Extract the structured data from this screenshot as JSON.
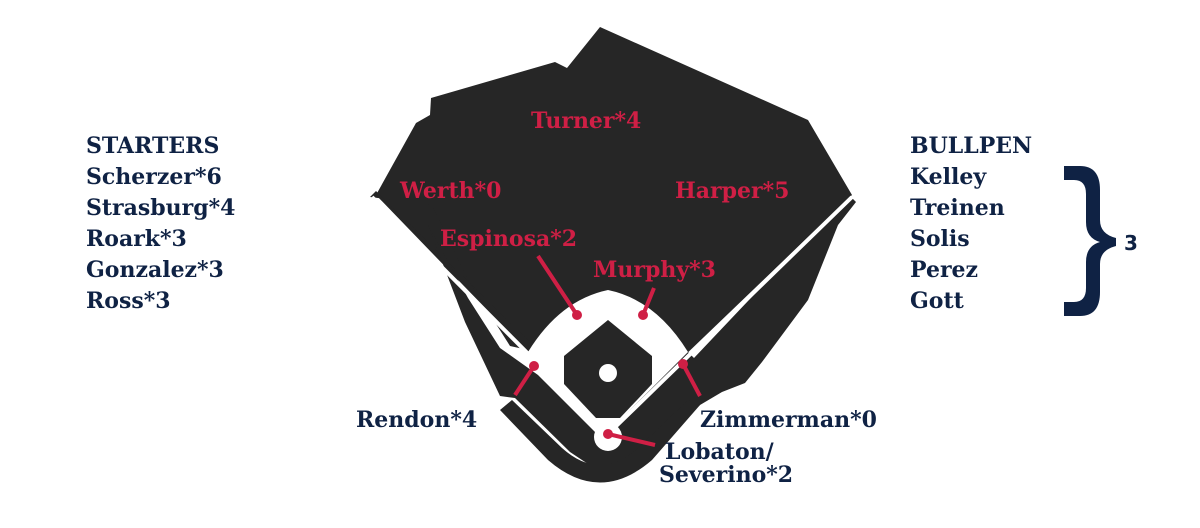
{
  "colors": {
    "field": "#262626",
    "navy": "#0f2244",
    "red": "#cf1f45",
    "background": "#ffffff"
  },
  "starters": {
    "title": "STARTERS",
    "players": [
      "Scherzer*6",
      "Strasburg*4",
      "Roark*3",
      "Gonzalez*3",
      "Ross*3"
    ]
  },
  "bullpen": {
    "title": "BULLPEN",
    "players": [
      "Kelley",
      "Treinen",
      "Solis",
      "Perez",
      "Gott"
    ],
    "brace_value": "3"
  },
  "field_positions": {
    "center_field": "Turner*4",
    "left_field": "Werth*0",
    "right_field": "Harper*5",
    "shortstop": "Espinosa*2",
    "second_base": "Murphy*3",
    "third_base": "Rendon*4",
    "first_base": "Zimmerman*0",
    "catcher_line1": "Lobaton/",
    "catcher_line2": "Severino*2"
  }
}
